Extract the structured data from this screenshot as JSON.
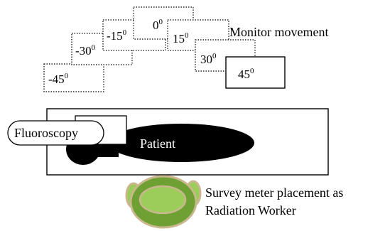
{
  "angles": {
    "neg45": {
      "value": "-45",
      "degree": "0"
    },
    "neg30": {
      "value": "-30",
      "degree": "0"
    },
    "neg15": {
      "value": "-15",
      "degree": "0"
    },
    "zero": {
      "value": "0",
      "degree": "0"
    },
    "pos15": {
      "value": "15",
      "degree": "0"
    },
    "pos30": {
      "value": "30",
      "degree": "0"
    },
    "pos45": {
      "value": "45",
      "degree": "0"
    }
  },
  "labels": {
    "monitor_movement": "Monitor movement",
    "fluoroscopy": "Fluoroscopy",
    "patient": "Patient",
    "survey_line1": "Survey meter placement as",
    "survey_line2": "Radiation Worker"
  },
  "colors": {
    "worker_light_green": "#9ccc5a",
    "worker_dark_green": "#6fa034",
    "worker_outline": "#c9b78e",
    "patient_fill": "#000000"
  }
}
